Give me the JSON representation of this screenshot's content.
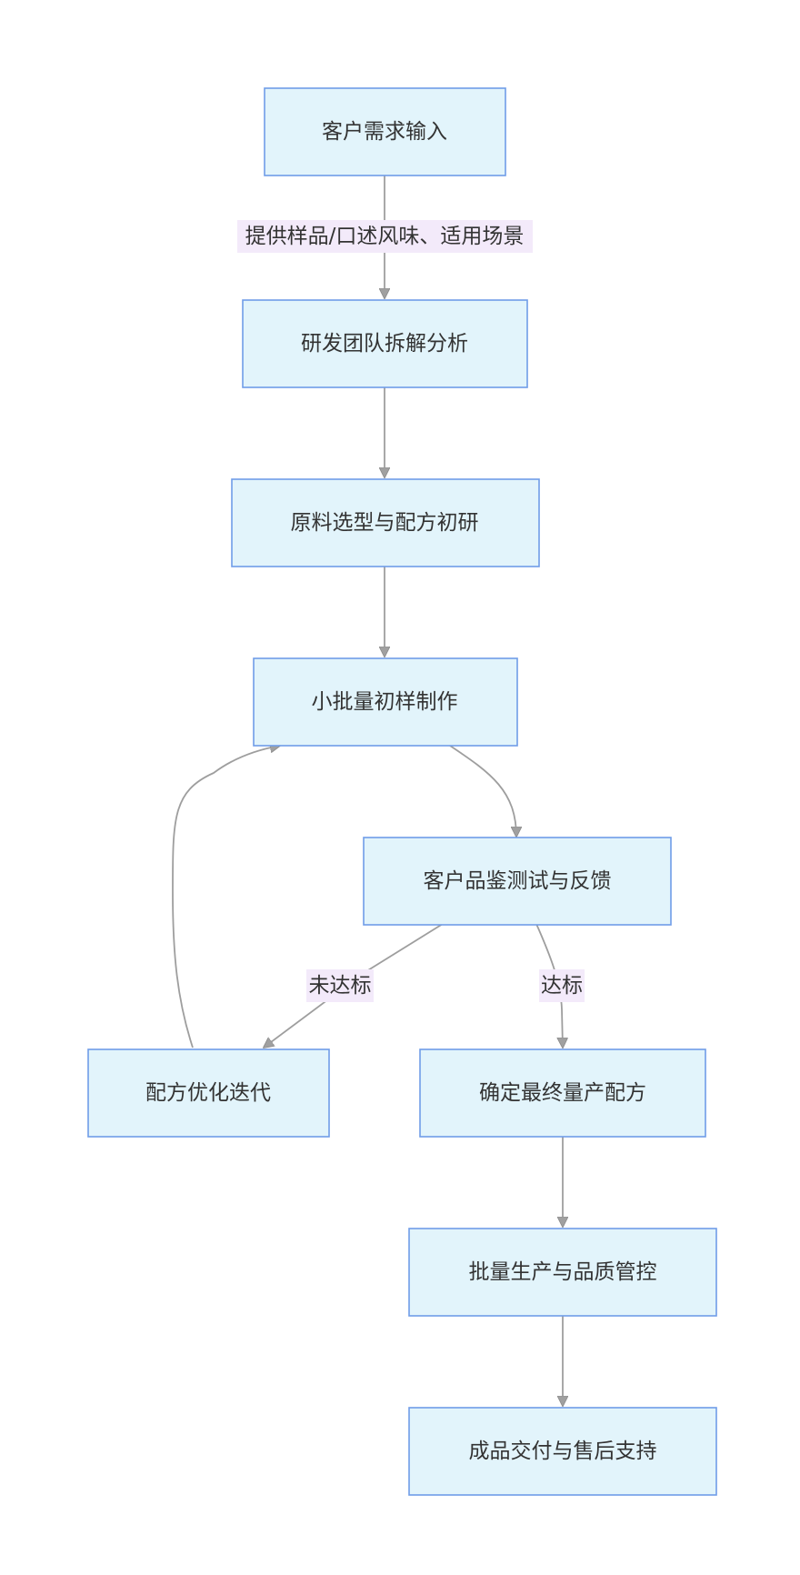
{
  "nodes": {
    "n1": "客户需求输入",
    "n2": "研发团队拆解分析",
    "n3": "原料选型与配方初研",
    "n4": "小批量初样制作",
    "n5": "客户品鉴测试与反馈",
    "n6": "配方优化迭代",
    "n7": "确定最终量产配方",
    "n8": "批量生产与品质管控",
    "n9": "成品交付与售后支持"
  },
  "edges": {
    "e1_label": "提供样品/口述风味、适用场景",
    "e5_label": "未达标",
    "e6_label": "达标"
  },
  "colors": {
    "node_fill": "#e2f4fb",
    "node_stroke": "#6f9de8",
    "edge_stroke": "#9e9e9e",
    "label_bg": "#f3eafa"
  }
}
